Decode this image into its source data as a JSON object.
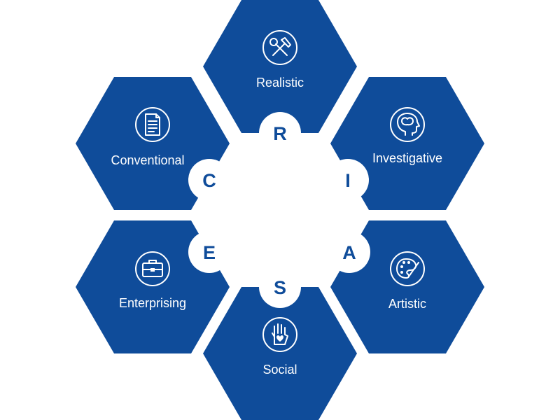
{
  "diagram": {
    "colors": {
      "hexagon": "#0f4c9a",
      "badge": "#ffffff",
      "letter": "#0f4c9a",
      "label": "#ffffff"
    },
    "types": [
      {
        "key": "realistic",
        "name": "Realistic",
        "letter": "R",
        "icon": "hammer-wrench-icon"
      },
      {
        "key": "investigative",
        "name": "Investigative",
        "letter": "I",
        "icon": "brain-head-icon"
      },
      {
        "key": "artistic",
        "name": "Artistic",
        "letter": "A",
        "icon": "palette-brush-icon"
      },
      {
        "key": "social",
        "name": "Social",
        "letter": "S",
        "icon": "heart-hand-icon"
      },
      {
        "key": "enterprising",
        "name": "Enterprising",
        "letter": "E",
        "icon": "briefcase-icon"
      },
      {
        "key": "conventional",
        "name": "Conventional",
        "letter": "C",
        "icon": "document-icon"
      }
    ]
  }
}
